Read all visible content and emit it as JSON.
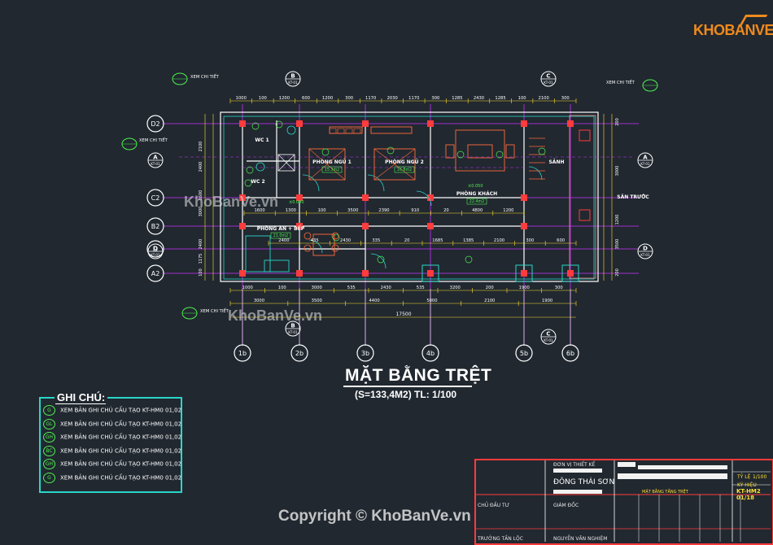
{
  "brand": {
    "logo_text": "KHOBANVE",
    "watermark_1": "KhoBanVe.vn",
    "watermark_2": "KhoBanVe.vn",
    "copyright": "Copyright © KhoBanVe.vn"
  },
  "drawing": {
    "title": "MẶT BẰNG TRỆT",
    "subtitle": "(S=133,4M2) TL: 1/100",
    "rooms": [
      "WC 1",
      "WC 2",
      "PHÒNG NGỦ 1",
      "PHÒNG NGỦ 2",
      "PHÒNG KHÁCH",
      "SẢNH",
      "SÂN TRƯỚC",
      "PHÒNG ĂN + BẾP"
    ],
    "axis_rows": [
      "D2",
      "C2",
      "B2",
      "D",
      "A2"
    ],
    "axis_cols": [
      "1b",
      "2b",
      "3b",
      "4b",
      "5b",
      "6b"
    ],
    "section_marks": [
      "B",
      "C",
      "A",
      "D"
    ],
    "section_sheet": "KT-01",
    "detail_callout": "XEM CHI TIẾT",
    "dims_top": [
      "1000",
      "100",
      "1200",
      "600",
      "1200",
      "300",
      "1170",
      "2030",
      "1170",
      "300",
      "1285",
      "2430",
      "1285",
      "100",
      "2100",
      "300"
    ],
    "dims_bottom_1": [
      "1000",
      "100",
      "3000",
      "535",
      "2430",
      "535",
      "3200",
      "200",
      "1900",
      "300"
    ],
    "dims_bottom_2": [
      "3000",
      "3500",
      "4400",
      "5000",
      "2100",
      "1900"
    ],
    "dims_total": "17500",
    "dims_mid": [
      "1600",
      "1300",
      "100",
      "3500",
      "2390",
      "910",
      "20",
      "4800",
      "1200"
    ],
    "dims_mid_2": [
      "2400",
      "435",
      "2430",
      "335",
      "20",
      "1685",
      "1385",
      "2100",
      "300",
      "600"
    ],
    "level_labels": [
      "±0.000",
      "±0.050"
    ],
    "area_tags": [
      "15.3m2",
      "16.8m2",
      "21.0m2",
      "22.4m2"
    ]
  },
  "notes": {
    "heading": "GHI CHÚ:",
    "items": [
      {
        "tag": "G",
        "text": "XEM BẢN GHI CHÚ CẤU TẠO KT-HM0 01,02"
      },
      {
        "tag": "GL",
        "text": "XEM BẢN GHI CHÚ CẤU TẠO KT-HM0 01,02"
      },
      {
        "tag": "GH",
        "text": "XEM BẢN GHI CHÚ CẤU TẠO KT-HM0 01,02"
      },
      {
        "tag": "BC",
        "text": "XEM BẢN GHI CHÚ CẤU TẠO KT-HM0 01,02"
      },
      {
        "tag": "GH",
        "text": "XEM BẢN GHI CHÚ CẤU TẠO KT-HM0 01,02"
      },
      {
        "tag": "G",
        "text": "XEM BẢN GHI CHÚ CẤU TẠO KT-HM0 01,02"
      }
    ]
  },
  "title_block": {
    "designer_label": "ĐƠN VỊ THIẾT KẾ",
    "company": "ĐÔNG THÁI SƠN",
    "owner_label": "CHỦ ĐẦU TƯ",
    "director_label": "GIÁM ĐỐC",
    "drawing_name": "MẶT BẰNG TẦNG TRỆT",
    "scale_label": "TỶ LỆ",
    "scale_value": "1/100",
    "code_label": "KÝ HIỆU",
    "code_value": "KT-HM2 01/18",
    "lead_label": "TRƯỞNG TẦN LỘC",
    "checker_label": "NGUYỄN VĂN NGHIỆM"
  },
  "colors": {
    "background": "#212830",
    "wall": "#ffffff",
    "axis": "#ff3b3b",
    "grid": "#c832ff",
    "furniture": "#ff6a3c",
    "dim": "#ffe033",
    "label": "#4ef04e",
    "cyan": "#2ad6c9"
  }
}
